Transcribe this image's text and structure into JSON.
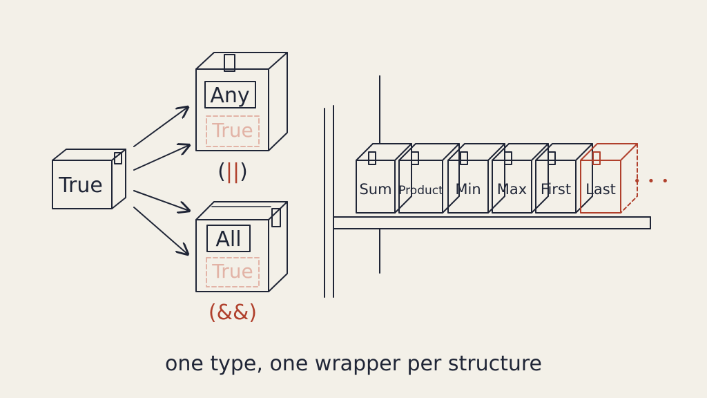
{
  "colors": {
    "background": "#f3f0e8",
    "ink": "#1f2536",
    "accent": "#b0402c",
    "faded": "#e2b3a6"
  },
  "source_box": {
    "label": "True"
  },
  "any_box": {
    "label": "Any",
    "inner": "True",
    "operator": "(||)"
  },
  "all_box": {
    "label": "All",
    "inner": "True",
    "operator": "(&&)"
  },
  "shelf": {
    "boxes": [
      {
        "label": "Sum"
      },
      {
        "label": "Product"
      },
      {
        "label": "Min"
      },
      {
        "label": "Max"
      },
      {
        "label": "First"
      },
      {
        "label": "Last"
      }
    ],
    "more": "• • •"
  },
  "caption": "one type, one wrapper per structure"
}
